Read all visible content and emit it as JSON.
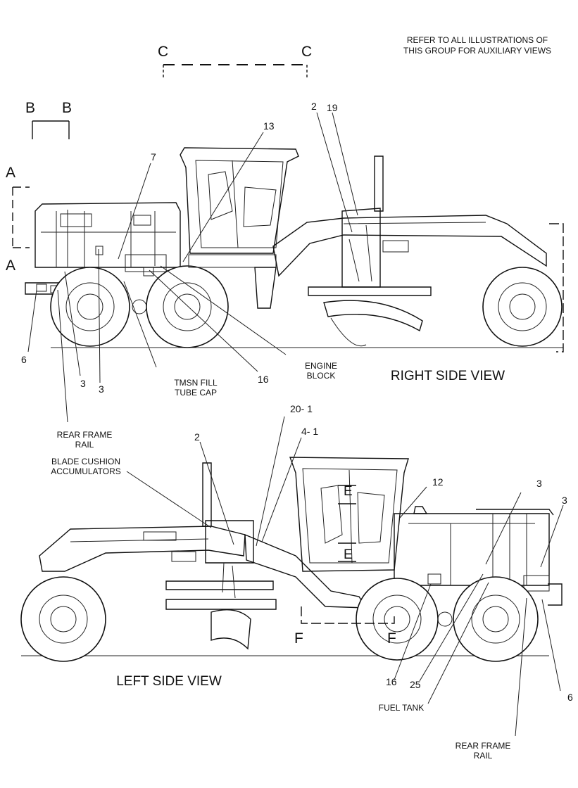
{
  "note": {
    "line1": "REFER TO ALL ILLUSTRATIONS OF",
    "line2": "THIS GROUP FOR AUXILIARY VIEWS"
  },
  "sections": {
    "a_top": "A",
    "a_bottom": "A",
    "b_left": "B",
    "b_right": "B",
    "c_left": "C",
    "c_right": "C",
    "e_top": "E",
    "e_bottom": "E",
    "f_left": "F",
    "f_right": "F"
  },
  "right_view": {
    "title": "RIGHT SIDE VIEW",
    "callouts": {
      "c13": "13",
      "c7": "7",
      "c2": "2",
      "c19": "19",
      "c6": "6",
      "c3a": "3",
      "c3b": "3",
      "c16": "16"
    },
    "labels": {
      "tmsn1": "TMSN FILL",
      "tmsn2": "TUBE CAP",
      "engine1": "ENGINE",
      "engine2": "BLOCK",
      "rear1": "REAR FRAME",
      "rear2": "RAIL"
    }
  },
  "left_view": {
    "title": "LEFT SIDE VIEW",
    "callouts": {
      "c20": "20- 1",
      "c4": "4- 1",
      "c2": "2",
      "c12": "12",
      "c3a": "3",
      "c3b": "3",
      "c16": "16",
      "c25": "25",
      "c6": "6"
    },
    "labels": {
      "blade1": "BLADE CUSHION",
      "blade2": "ACCUMULATORS",
      "fuel": "FUEL TANK",
      "rear1": "REAR FRAME",
      "rear2": "RAIL"
    }
  }
}
